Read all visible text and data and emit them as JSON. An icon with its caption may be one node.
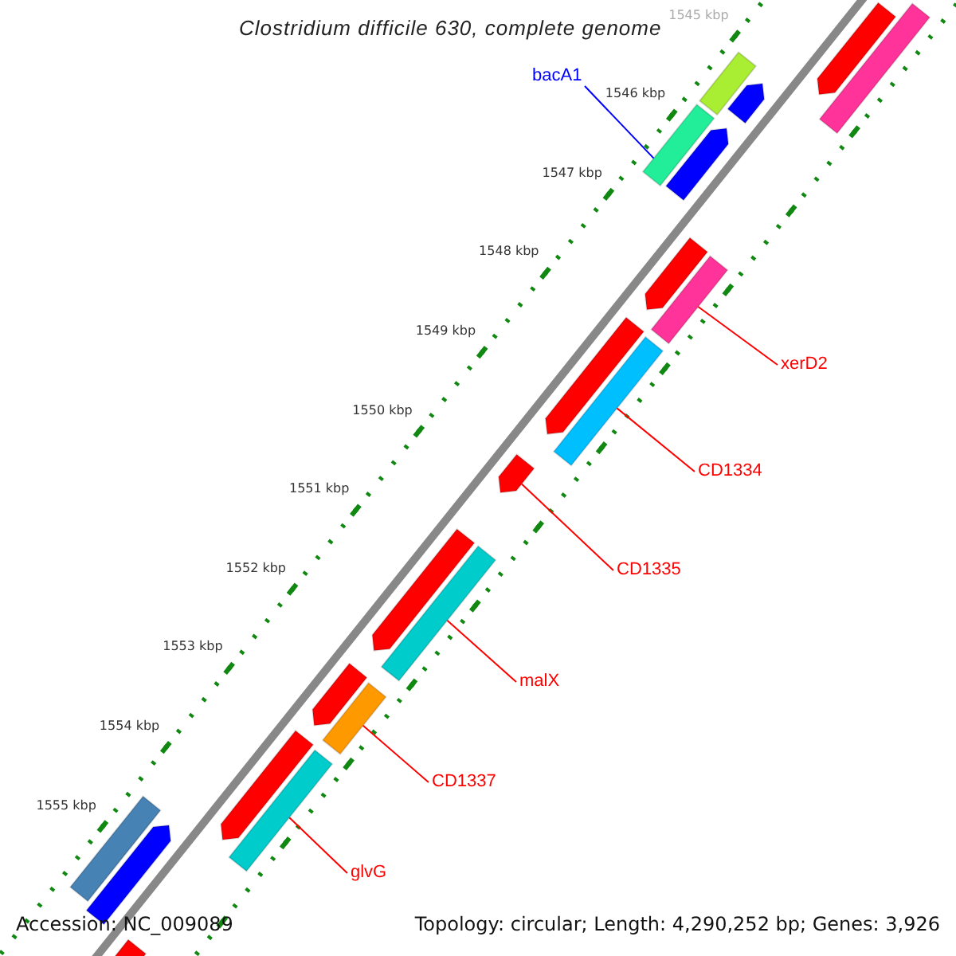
{
  "diagram": {
    "title": "Clostridium difficile 630, complete genome",
    "nodes": [
      {
        "text": [
          "bacA1"
        ]
      },
      {
        "text": [
          "xerD2"
        ]
      },
      {
        "text": [
          "CD1334"
        ]
      },
      {
        "text": [
          "CD1335"
        ]
      },
      {
        "text": [
          "malX"
        ]
      },
      {
        "text": [
          "CD1337"
        ]
      },
      {
        "text": [
          "glvG"
        ]
      },
      {
        "text": [],
        "shape": "bar"
      },
      {
        "text": [],
        "shape": "bar"
      },
      {
        "text": [],
        "shape": "bar"
      },
      {
        "text": [],
        "shape": "bar"
      },
      {
        "text": [],
        "shape": "bar"
      },
      {
        "text": [],
        "shape": "bar"
      },
      {
        "text": [],
        "shape": "bar"
      },
      {
        "text": [],
        "shape": "bar"
      },
      {
        "text": [],
        "shape": "bar"
      },
      {
        "text": [],
        "shape": "bar"
      },
      {
        "text": [],
        "shape": "bar"
      },
      {
        "text": [],
        "shape": "bar"
      },
      {
        "text": [],
        "shape": "bar"
      },
      {
        "text": [],
        "shape": "bar"
      },
      {
        "text": [],
        "shape": "bar"
      },
      {
        "text": [],
        "shape": "bar"
      },
      {
        "text": [],
        "shape": "bar"
      },
      {
        "text": [],
        "shape": "bar"
      },
      {
        "text": [],
        "shape": "bar"
      },
      {
        "text": [],
        "shape": "bar"
      }
    ],
    "edges": [
      {
        "from": 0,
        "to": 11,
        "arrow": "none",
        "color": "#0000ff"
      },
      {
        "from": 1,
        "to": 14,
        "arrow": "none"
      },
      {
        "from": 2,
        "to": 16,
        "arrow": "none"
      },
      {
        "from": 3,
        "to": 17,
        "arrow": "none"
      },
      {
        "from": 4,
        "to": 19,
        "arrow": "none"
      },
      {
        "from": 5,
        "to": 21,
        "arrow": "none"
      },
      {
        "from": 6,
        "to": 23,
        "arrow": "none"
      }
    ],
    "labels": [
      "1545 kbp",
      "1546 kbp",
      "1547 kbp",
      "1548 kbp",
      "1549 kbp",
      "1550 kbp",
      "1551 kbp",
      "1552 kbp",
      "1553 kbp",
      "1554 kbp",
      "1555 kbp",
      "Accession: NC_009089",
      "Topology: circular; Length: 4,290,252 bp; Genes: 3,926"
    ]
  }
}
